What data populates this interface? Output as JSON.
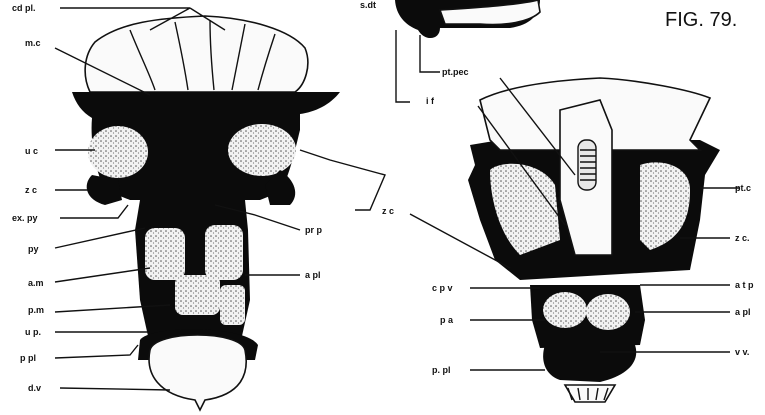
{
  "figure": {
    "title": "FIG. 79.",
    "left_labels": {
      "cd_pl": "cd pl.",
      "m_c": "m.c",
      "u_c": "u c",
      "z_c": "z c",
      "ex_py": "ex. py",
      "py": "py",
      "a_m": "a.m",
      "p_m": "p.m",
      "u_p": "u p.",
      "p_pl": "p pl",
      "d_v": "d.v",
      "pr_p": "pr p",
      "a_pl": "a pl"
    },
    "mid_labels": {
      "s_dt": "s.dt",
      "z_c": "z c"
    },
    "right_labels": {
      "pt_pec": "pt.pec",
      "i_f": "i f",
      "pt_c": "pt.c",
      "z_c": "z c.",
      "c_p_v": "c p v",
      "a_t_p": "a t p",
      "p_a": "p a",
      "a_pl": "a pl",
      "v_v": "v v.",
      "p_pl": "p. pl"
    }
  }
}
